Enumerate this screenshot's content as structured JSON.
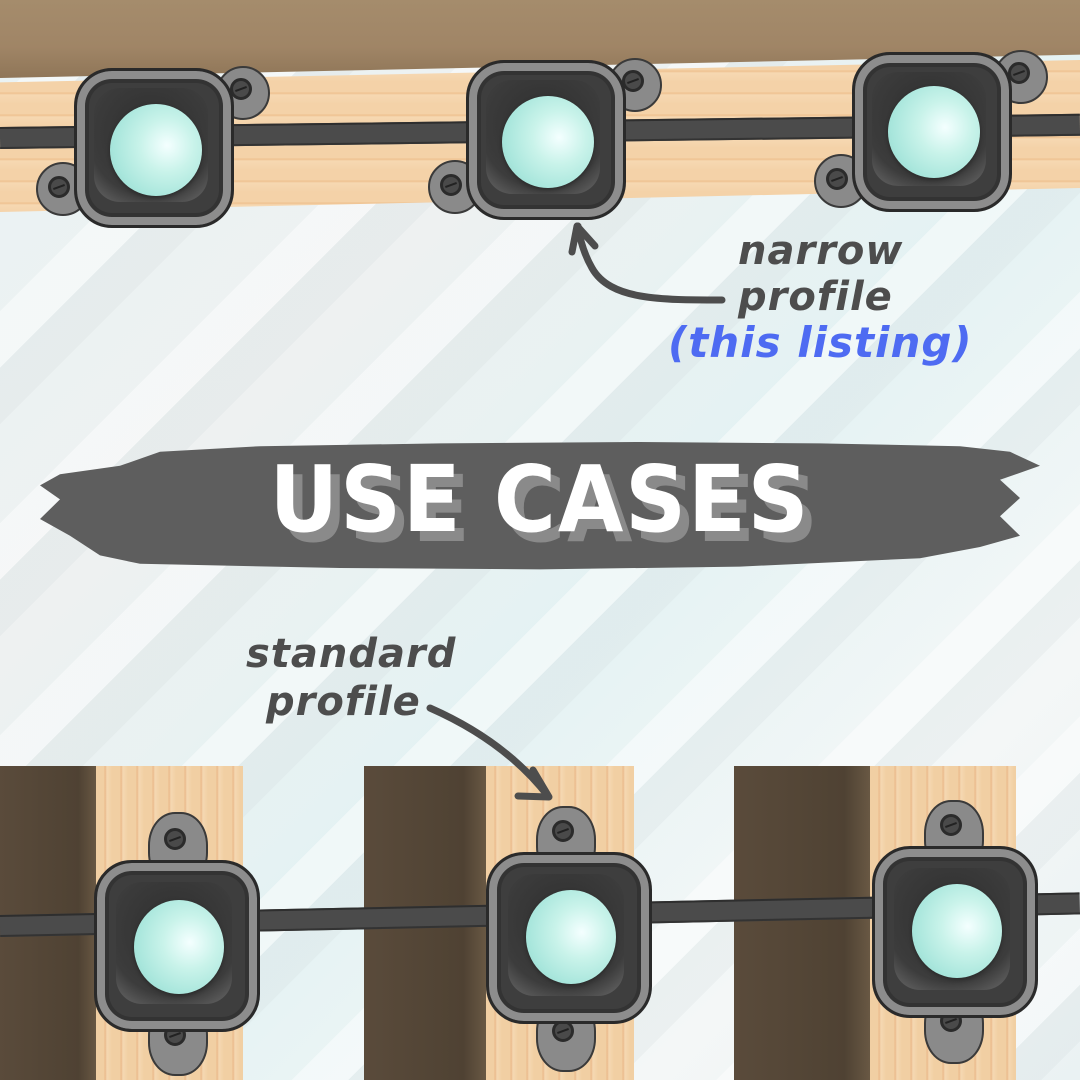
{
  "title": "USE CASES",
  "annotations": {
    "narrow": {
      "line1": "narrow",
      "line2": "profile",
      "highlight": "(this listing)"
    },
    "standard": {
      "line1": "standard",
      "line2": "profile"
    }
  },
  "colors": {
    "banner": "#5e5e5e",
    "title_text": "#ffffff",
    "annotation_text": "#4d4d4d",
    "highlight_text": "#4e6bf2",
    "ball": "#a8e6dc",
    "housing": "#3e3e3e",
    "wood_light": "#f1cfa3",
    "wood_dark": "#564736"
  },
  "sections": {
    "top_row": {
      "profile": "narrow",
      "module_count": 3,
      "mounting": "horizontal plank"
    },
    "bottom_row": {
      "profile": "standard",
      "module_count": 3,
      "mounting": "vertical posts"
    }
  }
}
